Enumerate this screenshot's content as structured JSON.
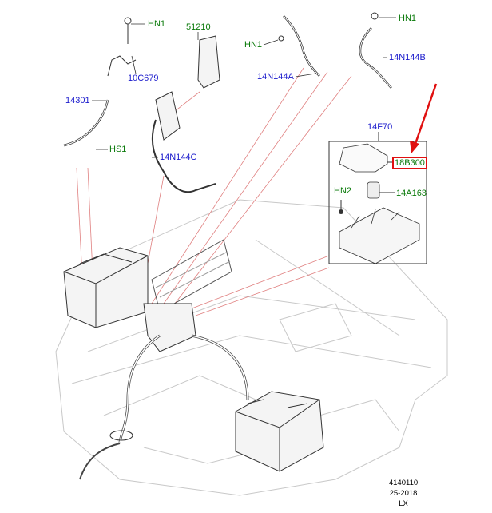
{
  "labels": {
    "hn1_a": "HN1",
    "part_51210": "51210",
    "part_10c679": "10C679",
    "part_14301": "14301",
    "hs1": "HS1",
    "part_14n144c": "14N144C",
    "hn1_b": "HN1",
    "part_14n144a": "14N144A",
    "hn1_c": "HN1",
    "part_14n144b": "14N144B",
    "part_14f70": "14F70",
    "part_18b300": "18B300",
    "hn2": "HN2",
    "part_14a163": "14A163"
  },
  "highlighted_part": "18B300",
  "footer": {
    "line1": "4140110",
    "line2": "25-2018",
    "line3": "LX"
  },
  "colors": {
    "part_number": "#1a1acc",
    "fastener": "#0a7a0a",
    "highlight": "#e01010",
    "leader": "#e08080"
  }
}
